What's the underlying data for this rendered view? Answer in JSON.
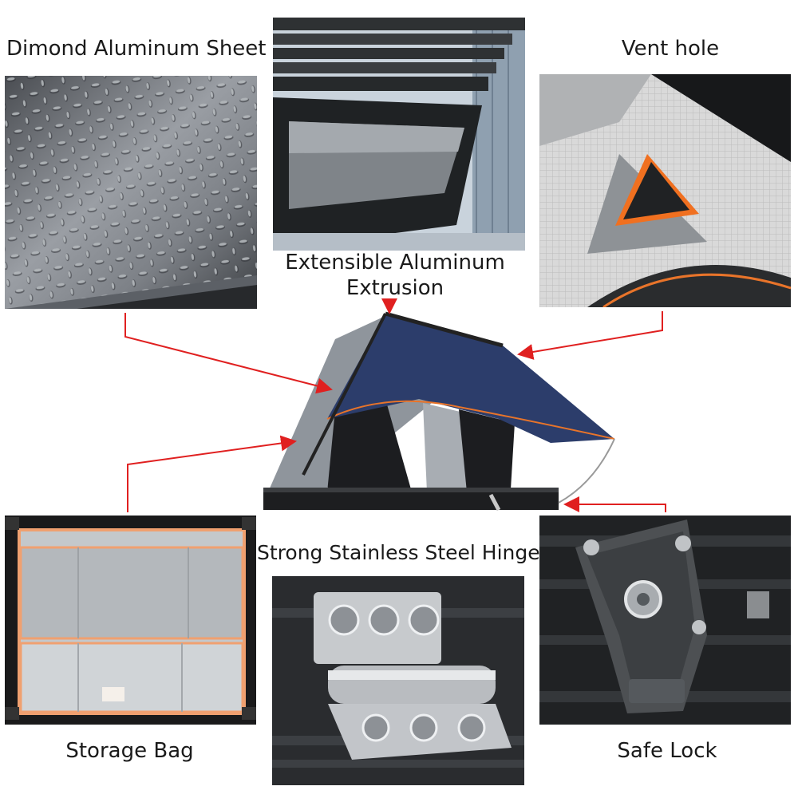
{
  "labels": {
    "aluminum_sheet": "Dimond Aluminum Sheet",
    "extrusion_line1": "Extensible Aluminum",
    "extrusion_line2": "Extrusion",
    "vent_hole": "Vent hole",
    "hinge": "Strong Stainless Steel Hinge",
    "storage_bag": "Storage Bag",
    "safe_lock": "Safe Lock"
  },
  "colors": {
    "arrow": "#e02020",
    "tent_fabric": "#2c3d6b",
    "tent_trim": "#e8742a",
    "tent_wall": "#8f959c",
    "bag_trim": "#f0a070"
  }
}
